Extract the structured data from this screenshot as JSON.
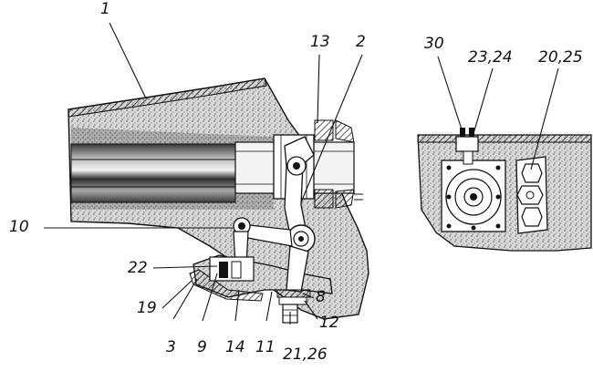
{
  "labels": {
    "l1": "1",
    "l13": "13",
    "l2": "2",
    "l10": "10",
    "l22": "22",
    "l19": "19",
    "l3": "3",
    "l9": "9",
    "l14": "14",
    "l11": "11",
    "l21_26": "21,26",
    "l12": "12",
    "l8": "8",
    "l30": "30",
    "l23_24": "23,24",
    "l20_25": "20,25"
  }
}
